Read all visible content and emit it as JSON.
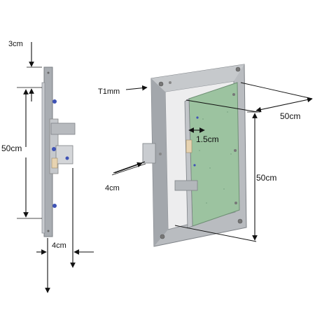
{
  "labels": {
    "side_top_gap": "3cm",
    "side_height": "50cm",
    "side_depth": "4cm",
    "thickness": "T1mm",
    "width": "50cm",
    "inset": "1.5cm",
    "front_depth": "4cm",
    "front_height": "50cm"
  },
  "colors": {
    "frame": "#b9bcc0",
    "frame_dark": "#8d9196",
    "board": "#9cc3a0",
    "board_dark": "#7fa886",
    "line": "#111111",
    "screw": "#3f53b5"
  }
}
